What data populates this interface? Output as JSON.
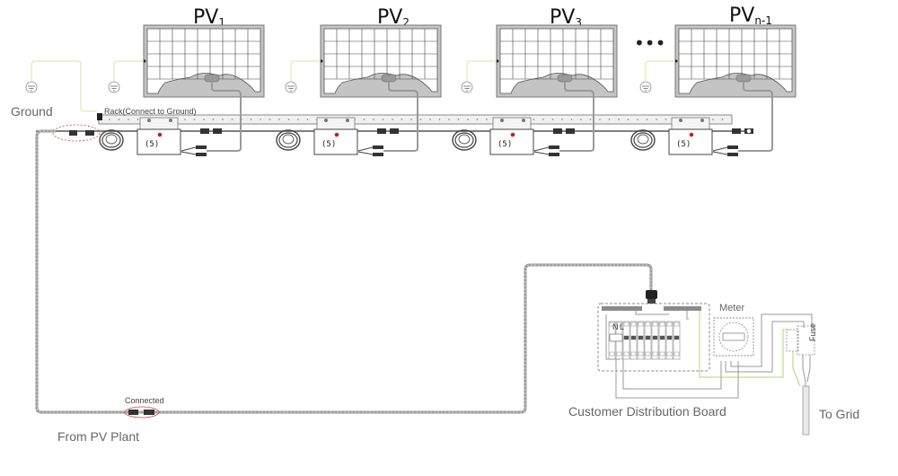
{
  "diagram": {
    "title": "Micro-inverter PV system grid connection wiring diagram",
    "panels": [
      {
        "id": "pv1",
        "label": "PV",
        "subscript": "1"
      },
      {
        "id": "pv2",
        "label": "PV",
        "subscript": "2"
      },
      {
        "id": "pv3",
        "label": "PV",
        "subscript": "3"
      },
      {
        "id": "pvn",
        "label": "PV",
        "subscript": "n-1"
      }
    ],
    "ellipsis": "•••",
    "inverter_label": "(5)",
    "labels": {
      "ground": "Ground",
      "rack": "Rack(Connect to Ground)",
      "connected": "Connected",
      "from_pv_plant": "From  PV Plant",
      "customer_board": "Customer  Distribution Board",
      "meter": "Meter",
      "fuse": "Fuse",
      "to_grid": "To Grid",
      "breaker_n": "N",
      "breaker_l": "L"
    },
    "colors": {
      "ground_wire": "#d8e6a0",
      "cable": "#9a9a9a",
      "connector_circle": "#d04040",
      "inverter_led": "#c02020",
      "earth_wire": "#a8d870"
    }
  }
}
